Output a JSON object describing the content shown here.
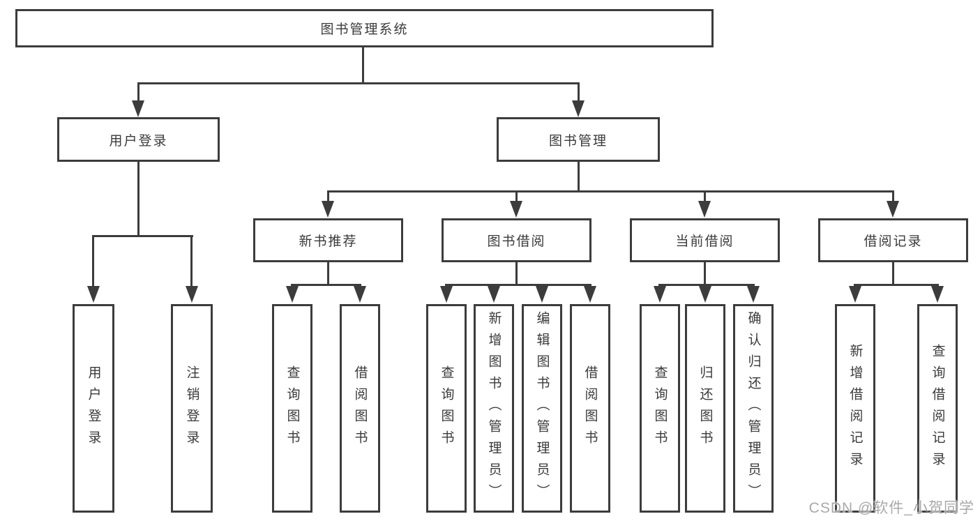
{
  "diagram": {
    "root": {
      "label": "图书管理系统"
    },
    "branches": [
      {
        "label": "用户登录",
        "children": [
          {
            "label": "用户登录"
          },
          {
            "label": "注销登录"
          }
        ]
      },
      {
        "label": "图书管理",
        "children": [
          {
            "label": "新书推荐",
            "children": [
              {
                "label": "查询图书"
              },
              {
                "label": "借阅图书"
              }
            ]
          },
          {
            "label": "图书借阅",
            "children": [
              {
                "label": "查询图书"
              },
              {
                "label": "新增图书（管理员）"
              },
              {
                "label": "编辑图书（管理员）"
              },
              {
                "label": "借阅图书"
              }
            ]
          },
          {
            "label": "当前借阅",
            "children": [
              {
                "label": "查询图书"
              },
              {
                "label": "归还图书"
              },
              {
                "label": "确认归还（管理员）"
              }
            ]
          },
          {
            "label": "借阅记录",
            "children": [
              {
                "label": "新增借阅记录"
              },
              {
                "label": "查询借阅记录"
              }
            ]
          }
        ]
      }
    ]
  },
  "watermark": {
    "text": "CSDN @软件_小贺同学"
  },
  "colors": {
    "stroke": "#3c3c3c",
    "text": "#3a3a3a",
    "watermark": "#a9a9a9",
    "background": "#ffffff"
  }
}
